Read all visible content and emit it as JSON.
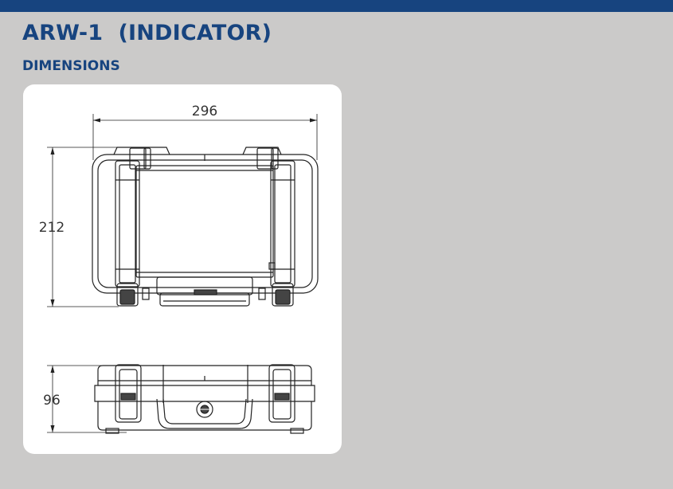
{
  "header": {
    "title": "ARW-1  (INDICATOR)",
    "subtitle": "DIMENSIONS"
  },
  "drawing": {
    "width_label": "296",
    "height_label": "212",
    "depth_label": "96"
  },
  "colors": {
    "brand_blue": "#17447f",
    "background": "#cbcac9",
    "panel": "#ffffff"
  }
}
